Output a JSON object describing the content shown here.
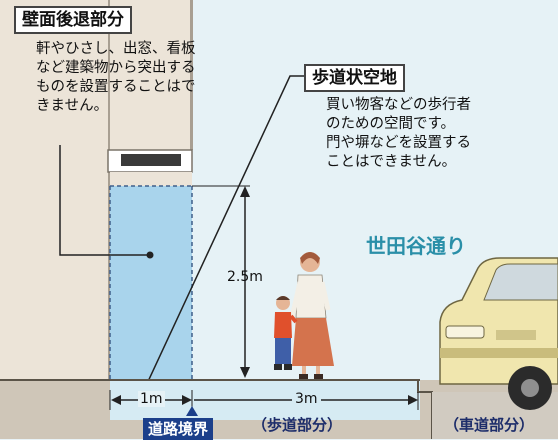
{
  "setback": {
    "title": "壁面後退部分",
    "lines": [
      "軒やひさし、出窓、看板",
      "など建築物から突出する",
      "ものを設置することはで",
      "きません。"
    ]
  },
  "sidewalk_space": {
    "title": "歩道状空地",
    "lines": [
      "買い物客などの歩行者",
      "のための空間です。",
      "門や塀などを設置する",
      "ことはできません。"
    ]
  },
  "street_name": "世田谷通り",
  "dimensions": {
    "height": "2.5m",
    "setback_width": "1m",
    "sidewalk_width": "3m"
  },
  "road_boundary": "道路境界",
  "sections": {
    "sidewalk": "（歩道部分）",
    "roadway": "（車道部分）"
  },
  "colors": {
    "setback_zone": "#a9d4ec",
    "building_wall": "#ebe3d7",
    "ground": "#cfc6b8",
    "sidewalk_surface": "#d9edf5",
    "street_name": "#2a8fa8",
    "boundary_badge": "#1c3f8a"
  }
}
